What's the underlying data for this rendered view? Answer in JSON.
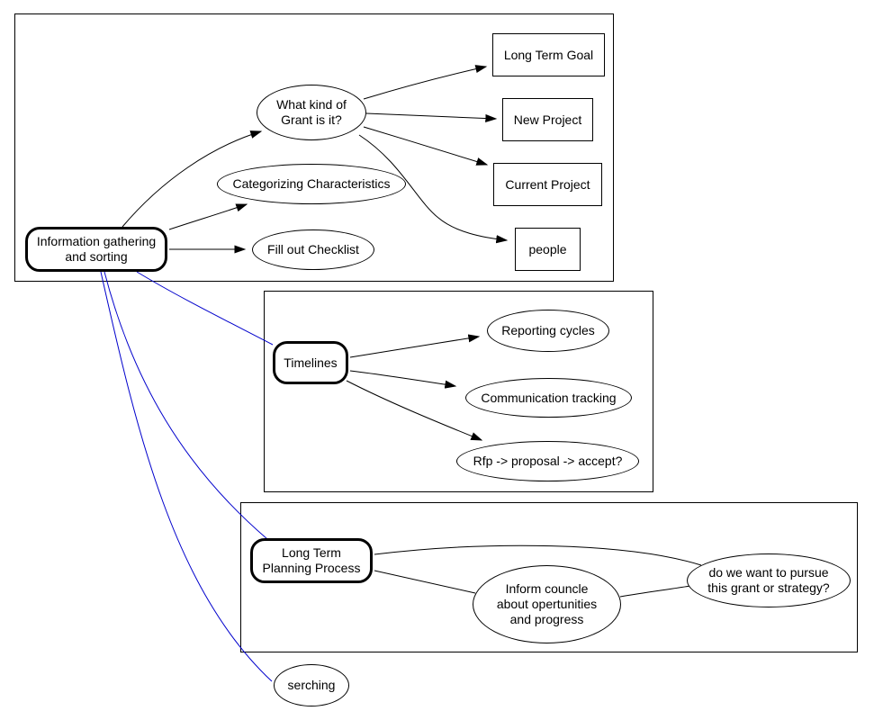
{
  "diagram": {
    "colors": {
      "stroke": "#000000",
      "blue_edge": "#0000cc",
      "background": "#ffffff"
    },
    "nodes": {
      "information_gathering": {
        "label": "Information gathering\nand sorting",
        "shape": "rounded-rect-bold"
      },
      "what_kind_of_grant": {
        "label": "What kind of\nGrant is it?",
        "shape": "ellipse"
      },
      "categorizing_characteristics": {
        "label": "Categorizing Characteristics",
        "shape": "ellipse"
      },
      "fill_out_checklist": {
        "label": "Fill out Checklist",
        "shape": "ellipse"
      },
      "long_term_goal": {
        "label": "Long Term Goal",
        "shape": "rect"
      },
      "new_project": {
        "label": "New Project",
        "shape": "rect"
      },
      "current_project": {
        "label": "Current Project",
        "shape": "rect"
      },
      "people": {
        "label": "people",
        "shape": "rect"
      },
      "timelines": {
        "label": "Timelines",
        "shape": "rounded-rect-bold"
      },
      "reporting_cycles": {
        "label": "Reporting cycles",
        "shape": "ellipse"
      },
      "communication_tracking": {
        "label": "Communication tracking",
        "shape": "ellipse"
      },
      "rfp_proposal_accept": {
        "label": "Rfp -> proposal -> accept?",
        "shape": "ellipse"
      },
      "long_term_planning": {
        "label": "Long Term\nPlanning Process",
        "shape": "rounded-rect-bold"
      },
      "inform_councle": {
        "label": "Inform councle\nabout opertunities\nand progress",
        "shape": "ellipse"
      },
      "pursue_grant": {
        "label": "do we want to pursue\nthis grant or strategy?",
        "shape": "ellipse"
      },
      "serching": {
        "label": "serching",
        "shape": "ellipse"
      }
    },
    "edges": [
      {
        "from": "information_gathering",
        "to": "what_kind_of_grant",
        "arrow": true,
        "color": "black"
      },
      {
        "from": "information_gathering",
        "to": "categorizing_characteristics",
        "arrow": true,
        "color": "black"
      },
      {
        "from": "information_gathering",
        "to": "fill_out_checklist",
        "arrow": true,
        "color": "black"
      },
      {
        "from": "what_kind_of_grant",
        "to": "long_term_goal",
        "arrow": true,
        "color": "black"
      },
      {
        "from": "what_kind_of_grant",
        "to": "new_project",
        "arrow": true,
        "color": "black"
      },
      {
        "from": "what_kind_of_grant",
        "to": "current_project",
        "arrow": true,
        "color": "black"
      },
      {
        "from": "what_kind_of_grant",
        "to": "people",
        "arrow": true,
        "color": "black"
      },
      {
        "from": "timelines",
        "to": "reporting_cycles",
        "arrow": true,
        "color": "black"
      },
      {
        "from": "timelines",
        "to": "communication_tracking",
        "arrow": true,
        "color": "black"
      },
      {
        "from": "timelines",
        "to": "rfp_proposal_accept",
        "arrow": true,
        "color": "black"
      },
      {
        "from": "information_gathering",
        "to": "timelines",
        "arrow": false,
        "color": "blue"
      },
      {
        "from": "information_gathering",
        "to": "long_term_planning",
        "arrow": false,
        "color": "blue"
      },
      {
        "from": "information_gathering",
        "to": "serching",
        "arrow": false,
        "color": "blue"
      },
      {
        "from": "long_term_planning",
        "to": "pursue_grant",
        "arrow": false,
        "color": "black"
      },
      {
        "from": "long_term_planning",
        "to": "inform_councle",
        "arrow": false,
        "color": "black"
      },
      {
        "from": "inform_councle",
        "to": "pursue_grant",
        "arrow": false,
        "color": "black"
      }
    ]
  }
}
